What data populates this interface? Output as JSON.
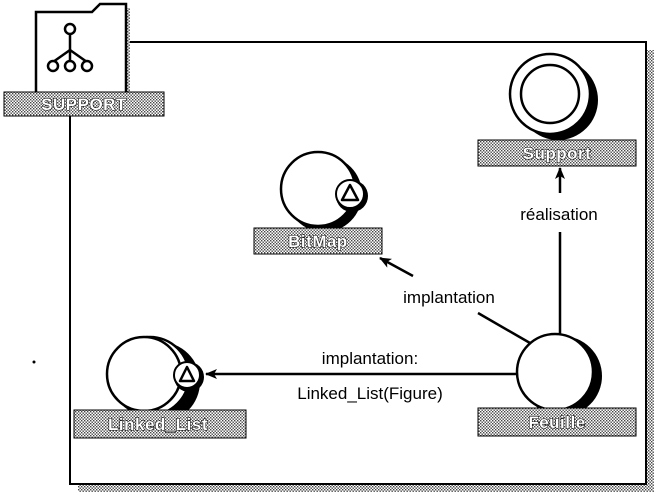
{
  "package": {
    "name": "SUPPORT",
    "icon": "class-hierarchy-icon"
  },
  "classes": {
    "support": {
      "name": "Support",
      "kind": "abstract-class"
    },
    "bitmap": {
      "name": "BitMap",
      "kind": "class-with-adornment",
      "adornment": "exclamation-triangle-icon"
    },
    "linked_list": {
      "name": "Linked_List",
      "kind": "parameterized-class",
      "adornment": "exclamation-triangle-icon"
    },
    "feuille": {
      "name": "Feuille",
      "kind": "class"
    }
  },
  "relations": {
    "realisation": {
      "label": "réalisation",
      "from": "Feuille",
      "to": "Support"
    },
    "implantation_bitmap": {
      "label": "implantation",
      "from": "Feuille",
      "to": "BitMap"
    },
    "implantation_list": {
      "label_line1": "implantation:",
      "label_line2": "Linked_List(Figure)",
      "from": "Feuille",
      "to": "Linked_List"
    }
  },
  "colors": {
    "line": "#000000",
    "background": "#ffffff",
    "label_pattern": "#8a8a8a"
  }
}
